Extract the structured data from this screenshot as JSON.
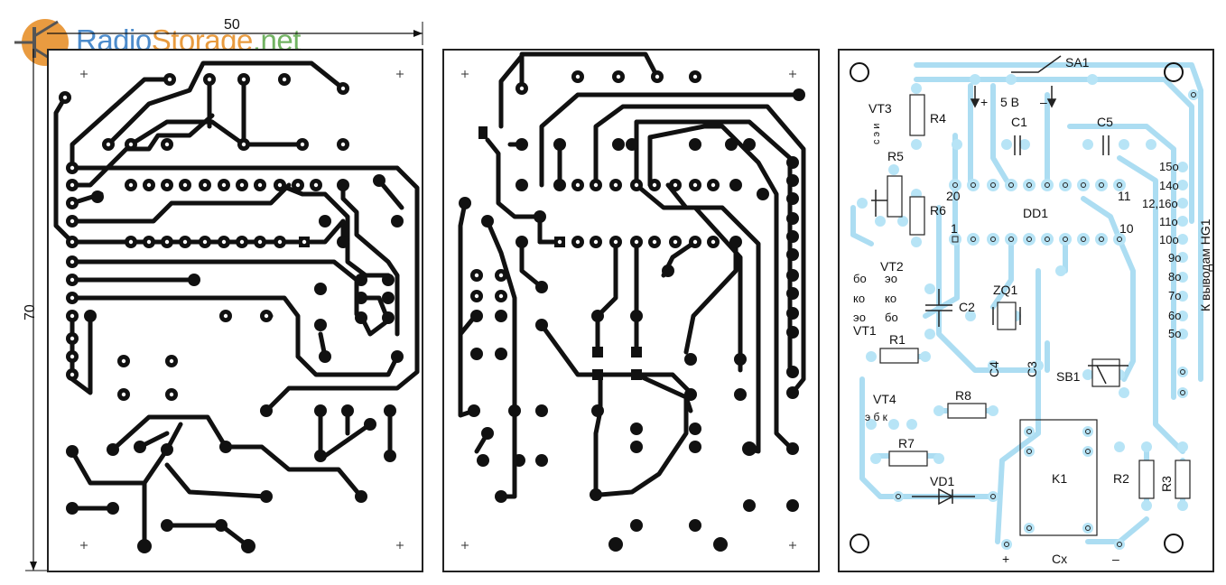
{
  "logo": {
    "part1": "Radio",
    "part2": "Storage",
    "part3": ".net"
  },
  "dimensions": {
    "width": "50",
    "height": "70"
  },
  "components": {
    "SA1": "SA1",
    "VT3": "VT3",
    "R4": "R4",
    "plus": "+",
    "v5": "5 В",
    "minus": "–",
    "C1": "C1",
    "C5": "C5",
    "R5": "R5",
    "R6": "R6",
    "DD1": "DD1",
    "pin20": "20",
    "pin11": "11",
    "pin1": "1",
    "pin10": "10",
    "VT2": "VT2",
    "C2": "C2",
    "ZQ1": "ZQ1",
    "VT1": "VT1",
    "R1": "R1",
    "C4": "C4",
    "C3": "C3",
    "SB1": "SB1",
    "VT4": "VT4",
    "R8": "R8",
    "R7": "R7",
    "VD1": "VD1",
    "K1": "K1",
    "R2": "R2",
    "R3": "R3",
    "Cx": "Cx",
    "hg1": "К выводам HG1",
    "vt3_pins": "с э и",
    "vt2_left": [
      "бо",
      "ко",
      "эо"
    ],
    "vt2_right": [
      "эо",
      "ко",
      "бо"
    ],
    "vt4_pins": "э б к",
    "hg_pins": [
      "15о",
      "14о",
      "12,16о",
      "11о",
      "10о",
      "9о",
      "8о",
      "7о",
      "6о",
      "5о"
    ]
  },
  "colors": {
    "trace": "#111111",
    "silk_trace": "#a8dcf2",
    "pad_glow": "#b7e4f6",
    "logo_blue": "#2f79c4",
    "logo_orange": "#e58a1e",
    "logo_green": "#5aa648"
  }
}
